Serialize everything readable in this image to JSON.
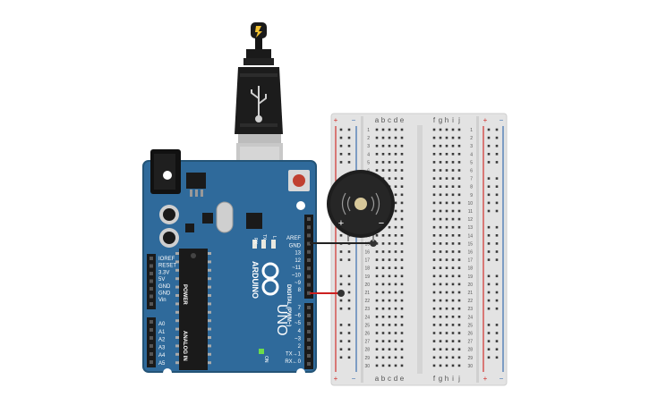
{
  "colors": {
    "board": "#2f6a9b",
    "board_edge": "#245477",
    "breadboard": "#e3e3e3",
    "rail_red": "#d0312d",
    "rail_blue": "#3a6fb0",
    "wire_gnd": "#222222",
    "wire_signal": "#cc2020",
    "buzzer": "#1e1e1e",
    "usb_cable": "#1a1a1a"
  },
  "icons": {
    "usb_plug": "usb-symbol-icon",
    "power": "lightning-bolt-icon",
    "sound": "sound-waves-icon"
  },
  "arduino": {
    "brand": "ARDUINO",
    "model": "UNO",
    "power_header_label": "POWER",
    "analog_header_label": "ANALOG IN",
    "digital_header_label": "DIGITAL (PWM~)",
    "on_led_label": "ON",
    "power_pins": [
      "IOREF",
      "RESET",
      "3.3V",
      "5V",
      "GND",
      "GND",
      "Vin"
    ],
    "analog_pins": [
      "A0",
      "A1",
      "A2",
      "A3",
      "A4",
      "A5"
    ],
    "digital_pins_upper": [
      "AREF",
      "GND",
      "13",
      "12",
      "~11",
      "~10",
      "~9",
      "8"
    ],
    "digital_pins_lower": [
      "7",
      "~6",
      "~5",
      "4",
      "~3",
      "2",
      "TX→1",
      "RX←0"
    ],
    "led_labels": [
      "RX",
      "TX",
      "L"
    ]
  },
  "breadboard": {
    "column_letters_left": [
      "a",
      "b",
      "c",
      "d",
      "e"
    ],
    "column_letters_right": [
      "f",
      "g",
      "h",
      "i",
      "j"
    ],
    "rows": [
      1,
      2,
      3,
      4,
      5,
      6,
      7,
      8,
      9,
      10,
      11,
      12,
      13,
      14,
      15,
      16,
      17,
      18,
      19,
      20,
      21,
      22,
      23,
      24,
      25,
      26,
      27,
      28,
      29,
      30
    ],
    "rail_plus": "+",
    "rail_minus": "−"
  },
  "buzzer": {
    "plus_label": "+",
    "minus_label": "−"
  }
}
